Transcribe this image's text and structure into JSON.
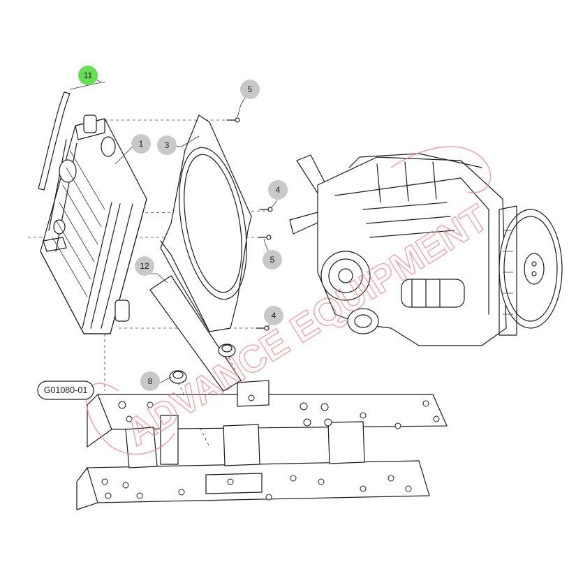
{
  "figure": {
    "reference_code": "G01080-01"
  },
  "callouts": [
    {
      "id": "c11",
      "label": "11",
      "highlight": true
    },
    {
      "id": "c5a",
      "label": "5",
      "highlight": false
    },
    {
      "id": "c1",
      "label": "1",
      "highlight": false
    },
    {
      "id": "c3",
      "label": "3",
      "highlight": false
    },
    {
      "id": "c4a",
      "label": "4",
      "highlight": false
    },
    {
      "id": "c5b",
      "label": "5",
      "highlight": false
    },
    {
      "id": "c12",
      "label": "12",
      "highlight": false
    },
    {
      "id": "c4b",
      "label": "4",
      "highlight": false
    },
    {
      "id": "c8",
      "label": "8",
      "highlight": false
    }
  ],
  "colors": {
    "callout_default": "#c8c8c8",
    "callout_highlight": "#66dd55",
    "watermark": "#e8868b",
    "line": "#1a1a1a"
  },
  "watermark": {
    "text": "ADVANCE EQUIPMENT"
  }
}
